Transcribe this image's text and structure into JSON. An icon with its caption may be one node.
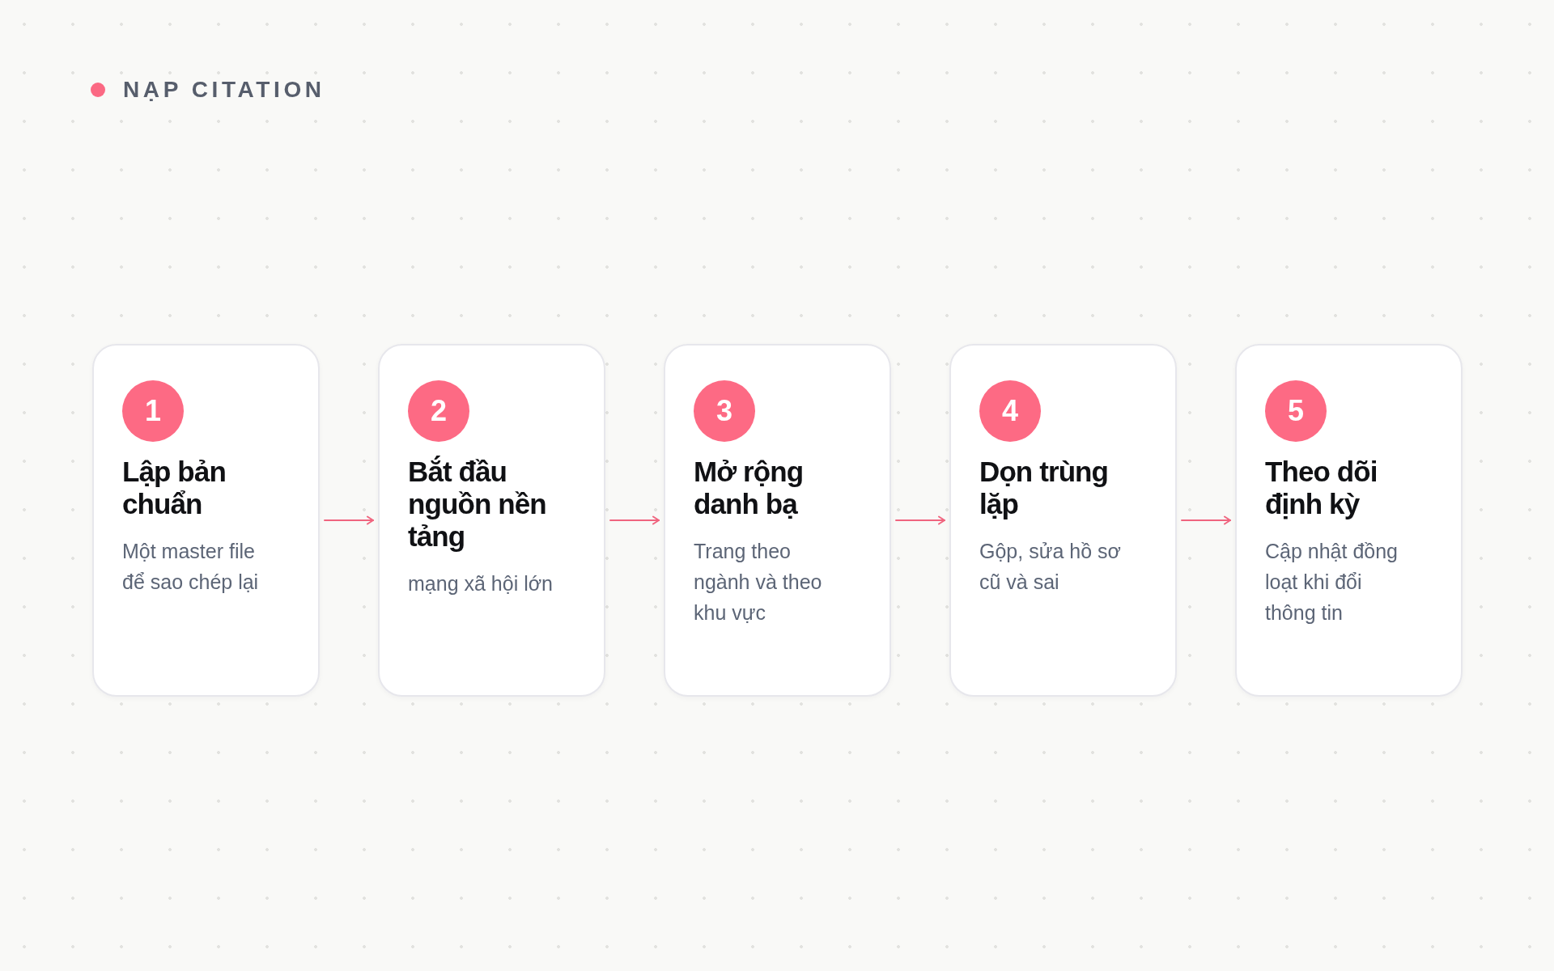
{
  "diagram": {
    "title": "NẠP CITATION",
    "nodes": [
      {
        "text": [
          "1",
          "Lập bản chuẩn",
          "Một master file để sao chép lại"
        ]
      },
      {
        "text": [
          "2",
          "Bắt đầu nguồn nền tảng",
          "mạng xã hội lớn"
        ]
      },
      {
        "text": [
          "3",
          "Mở rộng danh bạ",
          "Trang theo ngành và theo khu vực"
        ]
      },
      {
        "text": [
          "4",
          "Dọn trùng lặp",
          "Gộp, sửa hồ sơ cũ và sai"
        ]
      },
      {
        "text": [
          "5",
          "Theo dõi định kỳ",
          "Cập nhật đồng loạt khi đổi thông tin"
        ]
      }
    ],
    "edges": [
      {
        "from": 0,
        "to": 1,
        "arrow": "to"
      },
      {
        "from": 1,
        "to": 2,
        "arrow": "to"
      },
      {
        "from": 2,
        "to": 3,
        "arrow": "to"
      },
      {
        "from": 3,
        "to": 4,
        "arrow": "to"
      }
    ]
  }
}
